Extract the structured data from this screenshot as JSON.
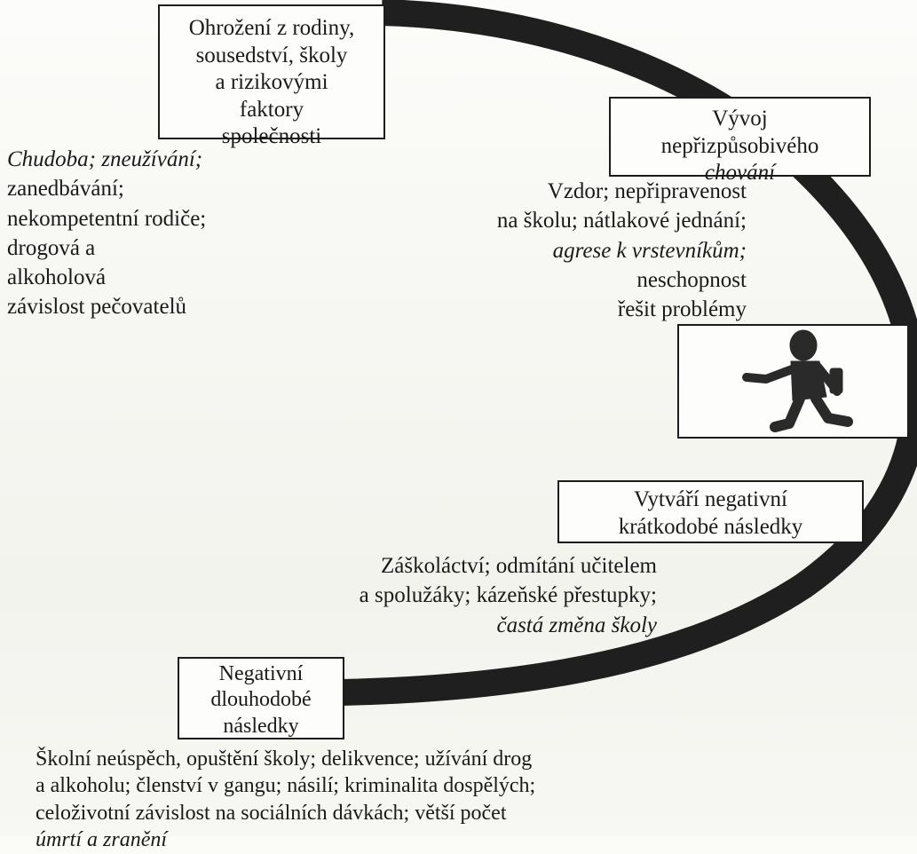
{
  "diagram": {
    "boxes": {
      "threats": [
        "Ohrožení z rodiny,",
        "sousedství, školy",
        "a rizikovými",
        "faktory",
        "společnosti"
      ],
      "behavior": [
        "Vývoj",
        "nepřizpůsobivého",
        "chování"
      ],
      "short_term": [
        "Vytváří negativní",
        "krátkodobé následky"
      ],
      "long_term": [
        "Negativní",
        "dlouhodobé",
        "následky"
      ]
    },
    "examples": {
      "threats": [
        "Chudoba; zneužívání;",
        "zanedbávání;",
        "nekompetentní rodiče;",
        "drogová a",
        "alkoholová",
        "závislost pečovatelů"
      ],
      "behavior": [
        "Vzdor; nepřipravenost",
        "na školu; nátlakové jednání;",
        "agrese k vrstevníkům;",
        "neschopnost",
        "řešit problémy"
      ],
      "short_term": [
        "Záškoláctví; odmítání učitelem",
        "a spolužáky; kázeňské přestupky;",
        "častá změna školy"
      ],
      "long_term": [
        "Školní neúspěch, opuštění školy; delikvence; užívání drog",
        "a alkoholu; členství v gangu; násilí; kriminalita dospělých;",
        "celoživotní závislost na sociálních dávkách; větší počet",
        "úmrtí a zranění"
      ]
    },
    "figure_icon": "walking-child-icon",
    "colors": {
      "arc": "#1f1f1f",
      "paper": "#f7f7f3",
      "ink": "#1a1a1a"
    }
  }
}
